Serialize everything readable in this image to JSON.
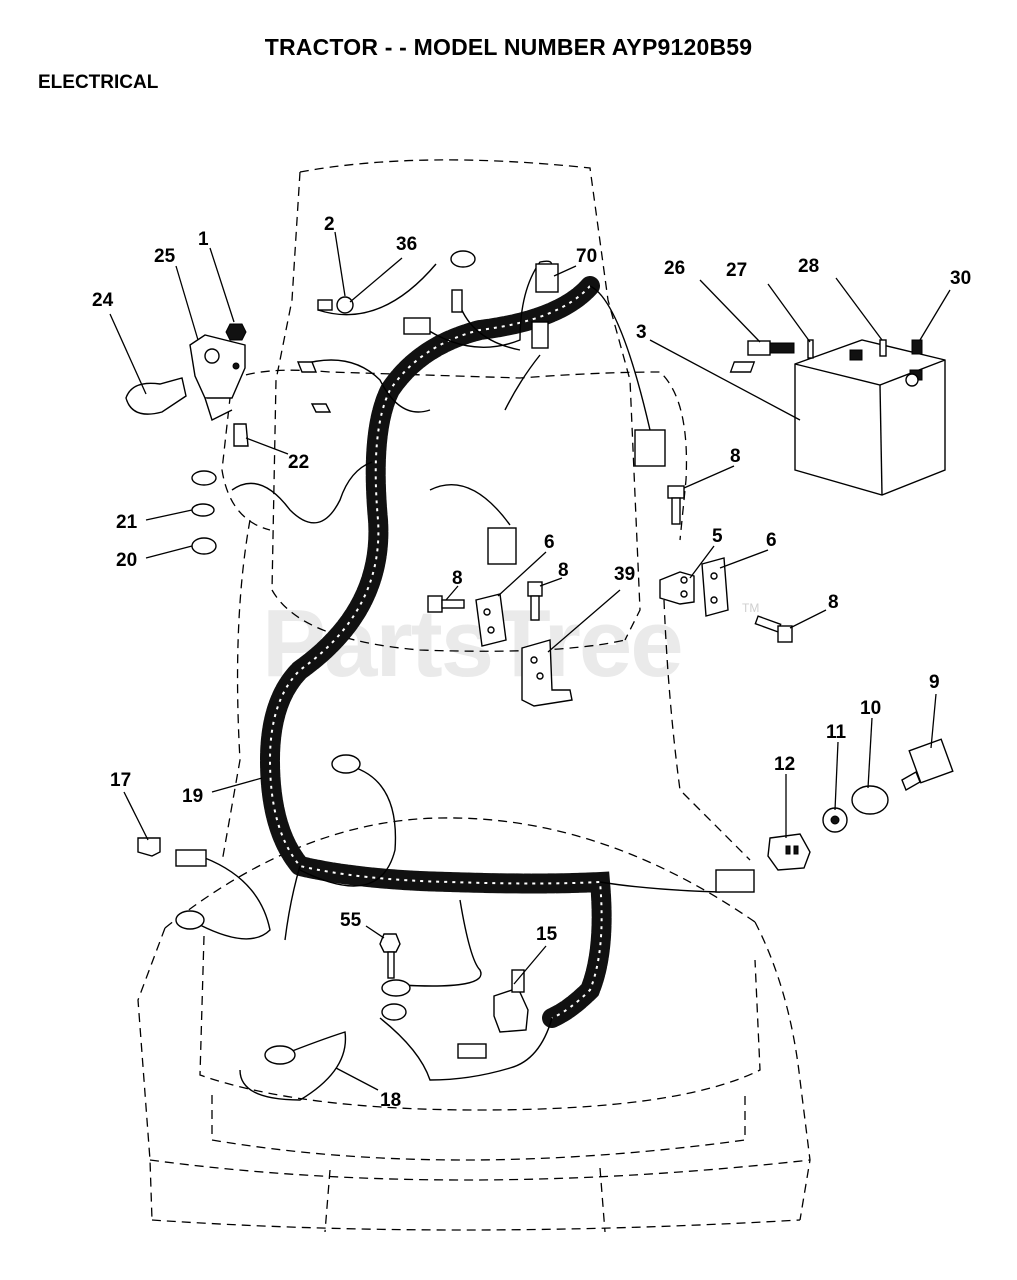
{
  "header": {
    "title": "TRACTOR - - MODEL NUMBER AYP9120B59",
    "section": "ELECTRICAL"
  },
  "watermark": {
    "text": "PartsTree",
    "tm": "TM"
  },
  "callouts": {
    "c1": "1",
    "c2": "2",
    "c3": "3",
    "c5": "5",
    "c6a": "6",
    "c6b": "6",
    "c8a": "8",
    "c8b": "8",
    "c8c": "8",
    "c8d": "8",
    "c9": "9",
    "c10": "10",
    "c11": "11",
    "c12": "12",
    "c15": "15",
    "c17": "17",
    "c18": "18",
    "c19": "19",
    "c20": "20",
    "c21": "21",
    "c22": "22",
    "c24": "24",
    "c25": "25",
    "c26": "26",
    "c27": "27",
    "c28": "28",
    "c30": "30",
    "c36": "36",
    "c39": "39",
    "c55": "55",
    "c70": "70"
  }
}
